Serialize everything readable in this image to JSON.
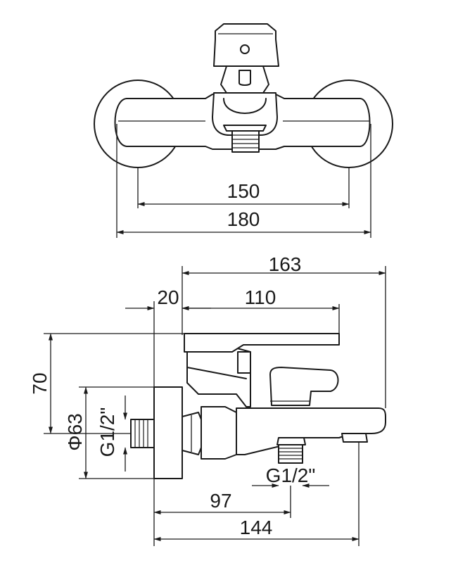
{
  "top_view": {
    "dims": {
      "inner_span": "150",
      "outer_span": "180"
    }
  },
  "side_view": {
    "dims": {
      "total_depth": "163",
      "escutcheon": "20",
      "handle_depth": "110",
      "height_to_top": "70",
      "escutcheon_diameter": "Φ63",
      "inlet_thread": "G1/2\"",
      "outlet_thread": "G1/2\"",
      "outlet_position": "97",
      "spout_reach": "144"
    }
  }
}
